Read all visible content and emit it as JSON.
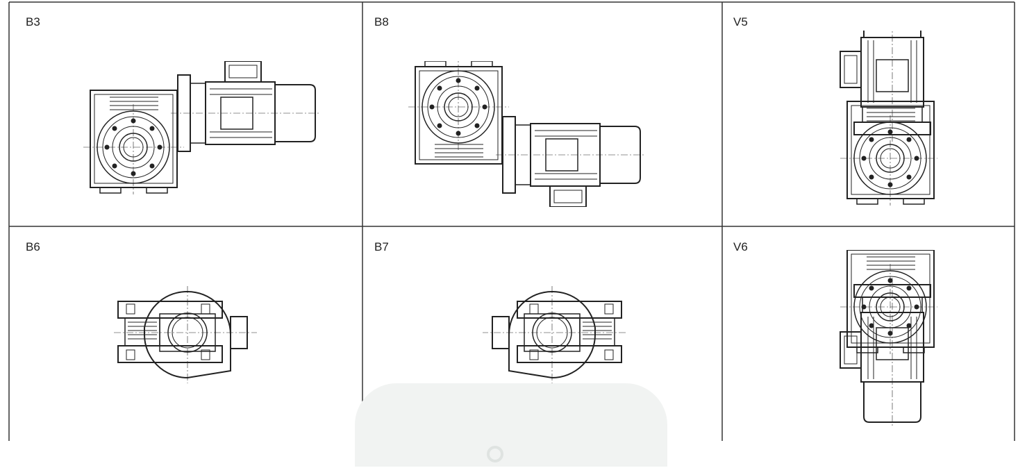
{
  "title": "Mounting positions",
  "cells": [
    {
      "label": "B3",
      "icon": "worm-gearmotor-b3-icon"
    },
    {
      "label": "B8",
      "icon": "worm-gearmotor-b8-icon"
    },
    {
      "label": "V5",
      "icon": "worm-gearmotor-v5-icon"
    },
    {
      "label": "B6",
      "icon": "worm-gearmotor-b6-icon"
    },
    {
      "label": "B7",
      "icon": "worm-gearmotor-b7-icon"
    },
    {
      "label": "V6",
      "icon": "worm-gearmotor-v6-icon"
    }
  ],
  "colors": {
    "line": "#222222",
    "border": "#333333",
    "watermark": "#f1f3f2"
  }
}
